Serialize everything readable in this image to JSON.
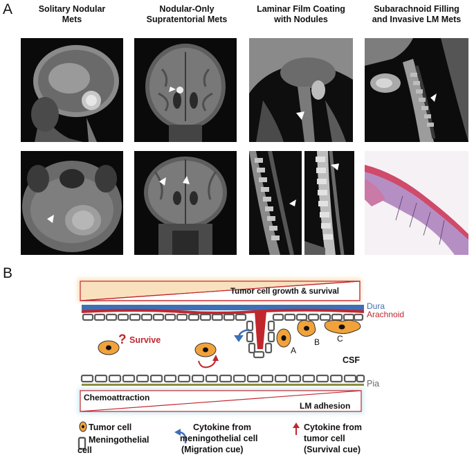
{
  "panel_a": {
    "letter": "A",
    "columns": [
      {
        "title_line1": "Solitary Nodular",
        "title_line2": "Mets"
      },
      {
        "title_line1": "Nodular-Only",
        "title_line2": "Supratentorial Mets"
      },
      {
        "title_line1": "Laminar Film Coating",
        "title_line2": "with Nodules"
      },
      {
        "title_line1": "Subarachnoid Filling",
        "title_line2": "and Invasive LM Mets"
      }
    ]
  },
  "panel_b": {
    "letter": "B",
    "top_gradient_label": "Tumor cell growth & survival",
    "dura_label": "Dura",
    "arachnoid_label": "Arachnoid",
    "survive_label": "Survive",
    "cell_labels": [
      "A",
      "B",
      "C"
    ],
    "csf_label": "CSF",
    "pia_label": "Pia",
    "chemoattraction_label": "Chemoattraction",
    "lm_adhesion_label": "LM adhesion",
    "question_mark": "?",
    "colors": {
      "dura": "#3d6fb6",
      "arachnoid": "#c0272d",
      "tumor_cell": "#f2a23a",
      "meningothelial": "#5a5a5a",
      "pia": "#8a8a3a",
      "top_glow": "#f5c98a",
      "bottom_glow": "#bfe3ee"
    },
    "legend": {
      "tumor_cell": "Tumor cell",
      "meningothelial_line1": "Meningothelial",
      "meningothelial_line2": "cell",
      "cytokine_meningo_line1": "Cytokine from",
      "cytokine_meningo_line2": "meningothelial cell",
      "cytokine_meningo_line3": "(Migration cue)",
      "cytokine_tumor_line1": "Cytokine from",
      "cytokine_tumor_line2": "tumor cell",
      "cytokine_tumor_line3": "(Survival cue)"
    }
  }
}
